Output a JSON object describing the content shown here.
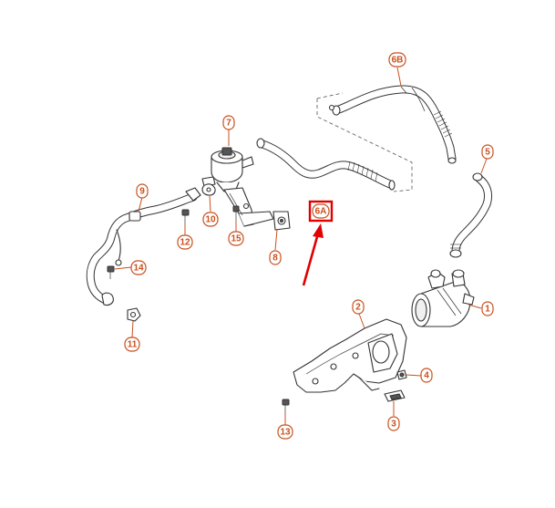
{
  "diagram": {
    "callouts": [
      {
        "id": "c1",
        "label": "1"
      },
      {
        "id": "c2",
        "label": "2"
      },
      {
        "id": "c3",
        "label": "3"
      },
      {
        "id": "c4",
        "label": "4"
      },
      {
        "id": "c5",
        "label": "5"
      },
      {
        "id": "c6A",
        "label": "6A"
      },
      {
        "id": "c6B",
        "label": "6B"
      },
      {
        "id": "c7",
        "label": "7"
      },
      {
        "id": "c8",
        "label": "8"
      },
      {
        "id": "c9",
        "label": "9"
      },
      {
        "id": "c10",
        "label": "10"
      },
      {
        "id": "c11",
        "label": "11"
      },
      {
        "id": "c12",
        "label": "12"
      },
      {
        "id": "c13",
        "label": "13"
      },
      {
        "id": "c14",
        "label": "14"
      },
      {
        "id": "c15",
        "label": "15"
      }
    ],
    "highlighted_part": "6A",
    "colors": {
      "callout": "#c8501e",
      "highlight": "#e00000",
      "line": "#333333"
    }
  }
}
